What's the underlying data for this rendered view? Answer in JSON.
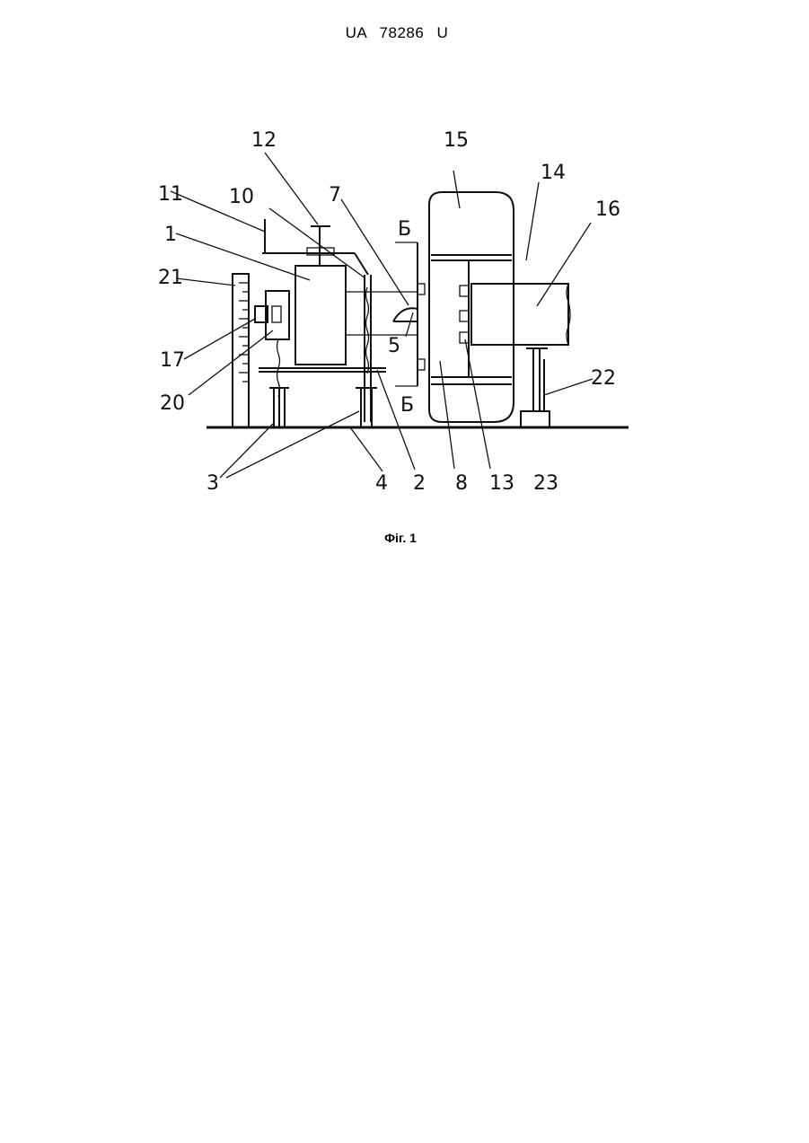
{
  "header": {
    "doc_number": "UA   78286   U"
  },
  "figure": {
    "caption": "Фіг. 1",
    "labels": {
      "l1": "1",
      "l2": "2",
      "l3": "3",
      "l4": "4",
      "l5": "5",
      "l7": "7",
      "l8": "8",
      "l10": "10",
      "l11": "11",
      "l12": "12",
      "l13": "13",
      "l14": "14",
      "l15": "15",
      "l16": "16",
      "l17": "17",
      "l20": "20",
      "l21": "21",
      "l22": "22",
      "l23": "23",
      "section_top": "Б",
      "section_bottom": "Б"
    }
  }
}
